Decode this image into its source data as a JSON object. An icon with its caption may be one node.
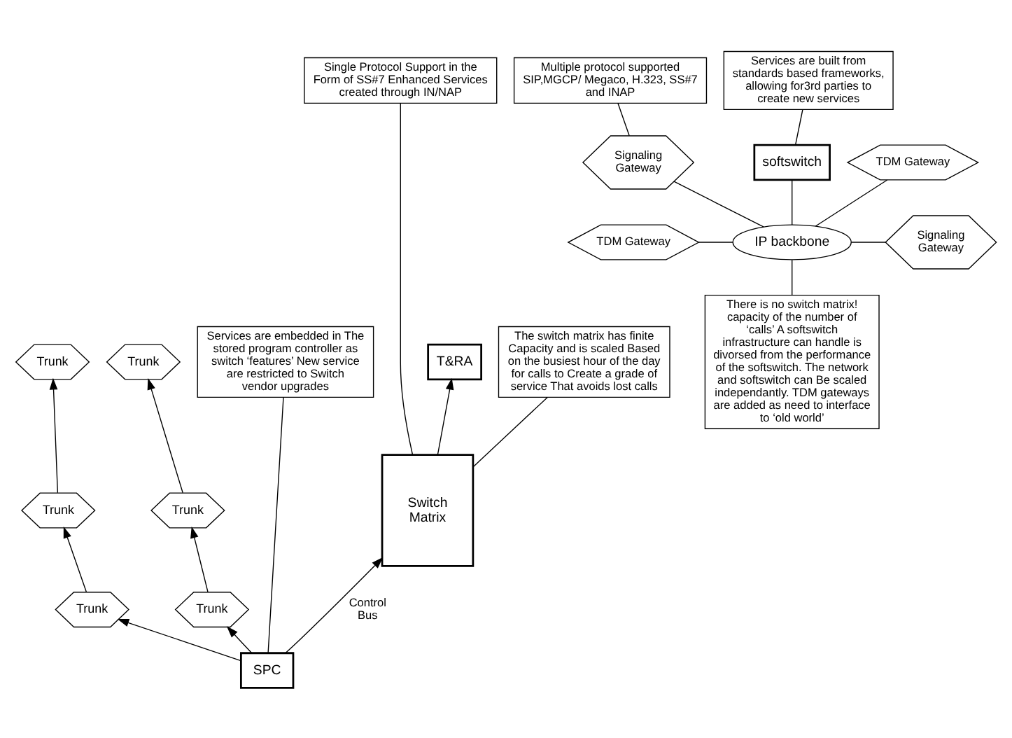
{
  "diagram": {
    "nodes": [
      {
        "text": [
          "Single Protocol Support in the Form of SS#7 Enhanced Services created through IN/NAP"
        ]
      },
      {
        "text": [
          "T&RA"
        ]
      },
      {
        "text": [
          "Switch Matrix"
        ]
      },
      {
        "text": [
          "Trunk"
        ]
      },
      {
        "text": [
          "Trunk"
        ]
      },
      {
        "text": [
          "Trunk"
        ]
      },
      {
        "text": [
          "Trunk"
        ]
      },
      {
        "text": [
          "Trunk"
        ]
      },
      {
        "text": [
          "Trunk"
        ]
      },
      {
        "text": [
          "SPC"
        ]
      },
      {
        "text": [
          "Services are embedded in The stored program controller as switch ‘features’ New service are restricted to Switch vendor upgrades"
        ]
      },
      {
        "text": [
          "The switch matrix has finite Capacity and is scaled Based on the busiest hour of the day for calls to Create a grade of service That avoids lost calls"
        ]
      },
      {
        "text": [
          "Multiple protocol supported SIP,MGCP/ Megaco, H.323, SS#7 and INAP"
        ]
      },
      {
        "text": [
          "Services are built from standards based frameworks, allowing for3rd parties to create new services"
        ]
      },
      {
        "text": [
          "softswitch"
        ]
      },
      {
        "text": [
          "Signaling Gateway"
        ]
      },
      {
        "text": [
          "TDM Gateway"
        ]
      },
      {
        "text": [
          "IP backbone"
        ]
      },
      {
        "text": [
          "TDM Gateway"
        ]
      },
      {
        "text": [
          "Signaling Gateway"
        ]
      },
      {
        "text": [
          "There is no switch matrix! capacity of the number of ‘calls’ A softswitch infrastructure can handle is divorsed from the performance of the softswitch. The network and softswitch can Be scaled independantly. TDM gateways are added as need to interface to ‘old world’"
        ]
      }
    ],
    "edges": [
      {
        "from": 2,
        "to": 1,
        "arrow": "to"
      },
      {
        "from": 0,
        "to": 2,
        "arrow": "none"
      },
      {
        "from": 9,
        "to": 2,
        "arrow": "to",
        "label": "Control Bus"
      },
      {
        "from": 9,
        "to": 5,
        "arrow": "to"
      },
      {
        "from": 5,
        "to": 4,
        "arrow": "to"
      },
      {
        "from": 4,
        "to": 3,
        "arrow": "to"
      },
      {
        "from": 9,
        "to": 8,
        "arrow": "to"
      },
      {
        "from": 8,
        "to": 7,
        "arrow": "to"
      },
      {
        "from": 7,
        "to": 6,
        "arrow": "to"
      },
      {
        "from": 10,
        "to": 9,
        "arrow": "none"
      },
      {
        "from": 11,
        "to": 2,
        "arrow": "none"
      },
      {
        "from": 12,
        "to": 15,
        "arrow": "none"
      },
      {
        "from": 13,
        "to": 14,
        "arrow": "none"
      },
      {
        "from": 14,
        "to": 17,
        "arrow": "none"
      },
      {
        "from": 15,
        "to": 17,
        "arrow": "none"
      },
      {
        "from": 16,
        "to": 17,
        "arrow": "none"
      },
      {
        "from": 17,
        "to": 18,
        "arrow": "none"
      },
      {
        "from": 17,
        "to": 19,
        "arrow": "none"
      },
      {
        "from": 20,
        "to": 17,
        "arrow": "none"
      }
    ]
  }
}
